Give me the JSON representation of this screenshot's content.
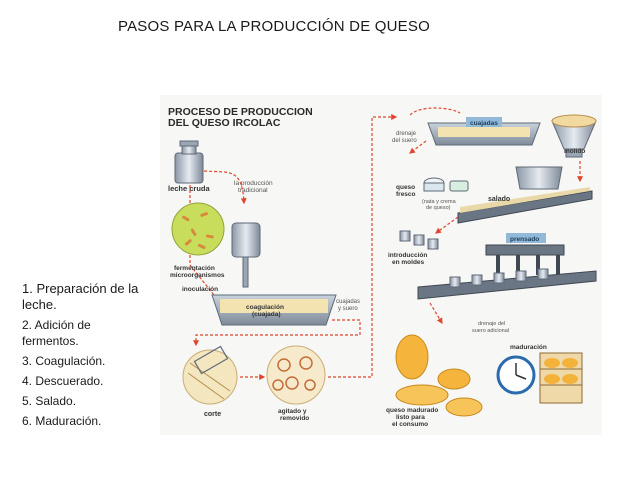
{
  "slide": {
    "title": "PASOS PARA LA PRODUCCIÓN DE QUESO",
    "steps": [
      "1. Preparación de la leche.",
      "2. Adición de fermentos.",
      "3. Coagulación.",
      "4. Descuerado.",
      "5. Salado.",
      "6. Maduración."
    ]
  },
  "diagram": {
    "heading_line1": "PROCESO DE PRODUCCION",
    "heading_line2": "DEL QUESO IRCOLAC",
    "labels": {
      "leche_cruda": "leche cruda",
      "produccion_1": "la producción",
      "produccion_2": "tradicional",
      "fermentacion_1": "fermentación",
      "fermentacion_2": "microorganismos",
      "inoculacion": "inoculación",
      "coagulacion_1": "coagulación",
      "coagulacion_2": "(cuajada)",
      "cuajadas_1": "cuajadas",
      "cuajadas_2": "y suero",
      "corte": "corte",
      "agitado_1": "agitado y",
      "agitado_2": "removido",
      "drenaje_1": "drenaje",
      "drenaje_2": "del suero",
      "cuajadas_top": "cuajadas",
      "molido": "molido",
      "queso_fresco_1": "queso",
      "queso_fresco_2": "fresco",
      "nata_1": "(nata y crema",
      "nata_2": "de queso)",
      "salado": "salado",
      "introduccion_1": "introducción",
      "introduccion_2": "en moldes",
      "prensado": "prensado",
      "drenaje_ad_1": "drenaje del",
      "drenaje_ad_2": "suero adicional",
      "maduracion": "maduración",
      "madurado_1": "queso madurado",
      "madurado_2": "listo para",
      "madurado_3": "el consumo"
    }
  }
}
